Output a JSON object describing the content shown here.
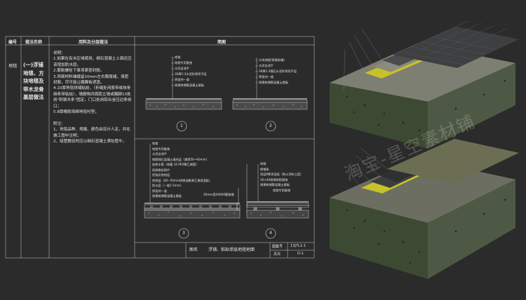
{
  "table": {
    "headers": [
      "编号",
      "做法名称",
      "用料及分层做法",
      "简图"
    ],
    "row_code": "地毯",
    "method_name": "(一)浮铺地毯、方块地毯及带木龙骨基层做法",
    "notes": "说明：\n1.如果在有水区域使用，细石混凝土上面还应该增加防水层。\n2.膨胀螺栓下事须紧密封胶。\n3.饰面材料端缝留10mm左右膨胀缝，填密封胶，尽可能让踢脚板遮盖。\n4.10厚地毯拼缝粘结，（折缝处用胶带或挟条麻条带粘结），墙脚角四周距立墙或踢脚10处用\"刺钢木条\"固定，门口处用铝合金压边条收口；\n5.8厚橡胶海绵地毯衬垫；\n\n附注：\n1、地毯品种、规格、颜色由设计人定，并在施工图中注明；\n2、暗管敷设时应以细石混凝土满包管半。"
  },
  "details": {
    "d1": {
      "number": "1",
      "labels": [
        "地毯",
        "地毯专用胶垫",
        "水泥自流平",
        "30厚1:3水泥砂浆找平层",
        "界面剂一道",
        "原建筑钢筋混凝土楼板"
      ]
    },
    "d2": {
      "number": "2",
      "labels": [
        "方块地毯(背胶贴铺)",
        "水泥自流平",
        "30厚1:3细石水泥砂浆找平层",
        "界面剂一道",
        "原建筑钢筋混凝土楼板"
      ]
    },
    "d3": {
      "number": "3",
      "labels": [
        "地毯",
        "地毯专用胶垫",
        "水泥自流平",
        "钢筋细石混凝土填充层（通常50~60mm）",
        "加热水管（地暖 16 PEX聚乙烯管）",
        "低碳钢丝网片",
        "铝箔反射热层",
        "绝热层（40~50mm挤塑或聚苯乙烯保温板）",
        "防水层（一般1.5mm）",
        "界面剂一道",
        "原建筑钢筋混凝土楼板"
      ],
      "callout": "20mm宽40000膨胀缝"
    },
    "d4": {
      "number": "4",
      "labels": [
        "地毯",
        "倒钢条",
        "双层9厚多层板（防火涂料三度）",
        "30×40地骨刷防腐漆",
        "原建筑钢筋混凝土楼板",
        "地毯专用胶垫"
      ]
    }
  },
  "title_block": {
    "label": "图名",
    "title": "浮铺、粘贴单层地毯地面",
    "atlas_label": "图集号",
    "atlas_value": "13J7L1-1",
    "page_label": "页次",
    "page_value": "D-1"
  },
  "watermark": "淘宝-星空素材铺",
  "colors": {
    "background": "#2b2b2b",
    "line": "#d9d9d9",
    "carpet_dark": "#3d3e40",
    "carpet_green": "#6b6e52",
    "underlay_yellow": "#c8c22a",
    "slab": "#5c6055"
  }
}
